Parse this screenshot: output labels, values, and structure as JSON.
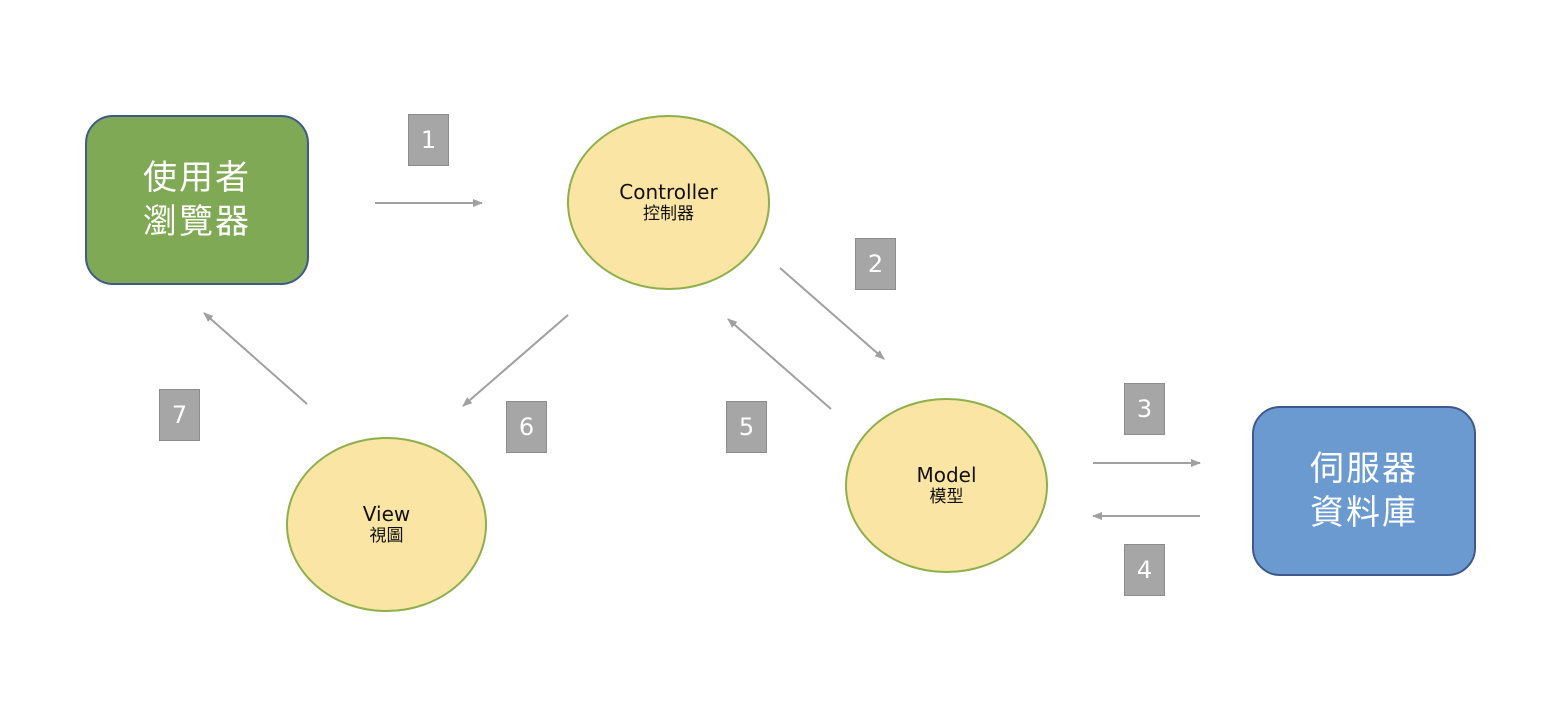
{
  "nodes": {
    "user_browser": {
      "line1": "使用者",
      "line2": "瀏覽器",
      "color": "#7fa955"
    },
    "controller": {
      "en": "Controller",
      "zh": "控制器"
    },
    "model": {
      "en": "Model",
      "zh": "模型"
    },
    "view": {
      "en": "View",
      "zh": "視圖"
    },
    "server_db": {
      "line1": "伺服器",
      "line2": "資料庫",
      "color": "#6a9ad0"
    }
  },
  "steps": [
    "1",
    "2",
    "3",
    "4",
    "5",
    "6",
    "7"
  ],
  "edges": [
    {
      "from": "user_browser",
      "to": "controller",
      "step": "1"
    },
    {
      "from": "controller",
      "to": "model",
      "step": "2"
    },
    {
      "from": "model",
      "to": "server_db",
      "step": "3"
    },
    {
      "from": "server_db",
      "to": "model",
      "step": "4"
    },
    {
      "from": "model",
      "to": "controller",
      "step": "5"
    },
    {
      "from": "controller",
      "to": "view",
      "step": "6"
    },
    {
      "from": "view",
      "to": "user_browser",
      "step": "7"
    }
  ],
  "colors": {
    "ellipse_fill": "#fbe5a4",
    "ellipse_border": "#8db04b",
    "step_badge": "#a6a6a6",
    "arrow": "#a0a0a0"
  }
}
